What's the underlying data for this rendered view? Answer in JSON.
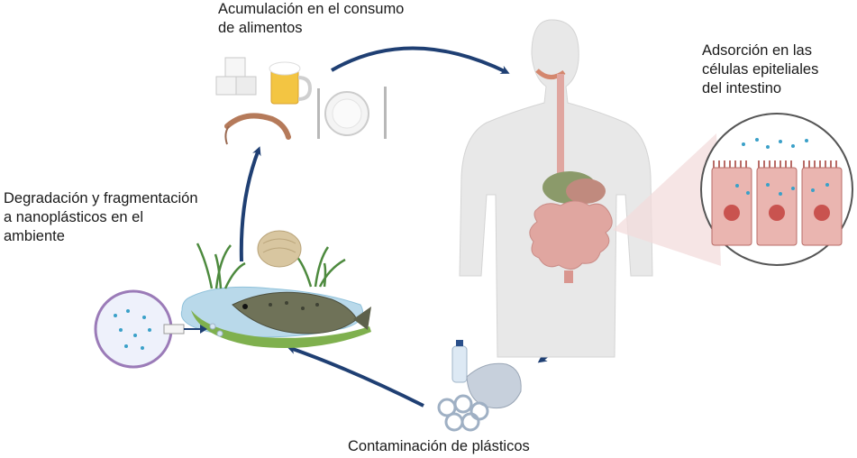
{
  "labels": {
    "food": "Acumulación en el consumo\nde alimentos",
    "cells": "Adsorción en las\ncélulas epiteliales\ndel intestino",
    "degradation": "Degradación y fragmentación\na nanoplásticos en el\nambiente",
    "plastics": "Contaminación de plásticos"
  },
  "icons": [
    "sugar-cubes-icon",
    "beer-mug-icon",
    "plate-cutlery-icon",
    "shrimp-icon",
    "human-body-icon",
    "digestive-system-icon",
    "epithelial-cells-zoom-icon",
    "plastic-waste-icon",
    "fish-icon",
    "pond-icon",
    "grass-icon",
    "shell-icon",
    "petri-dish-icon",
    "cycle-arrow-icon"
  ],
  "colors": {
    "arrow": "#1f3f73",
    "text": "#1a1a1a",
    "body": "#e8e8e8",
    "intestine": "#e0a6a0",
    "stomach": "#8b9a6a",
    "cell": "#eab5b0",
    "cell_nucleus": "#c9534f",
    "zoom_cone": "#f3dcdc",
    "particles": "#3aa0c8",
    "water": "#b9d9ea",
    "grass": "#4d8a3e",
    "fish": "#6f7258"
  }
}
